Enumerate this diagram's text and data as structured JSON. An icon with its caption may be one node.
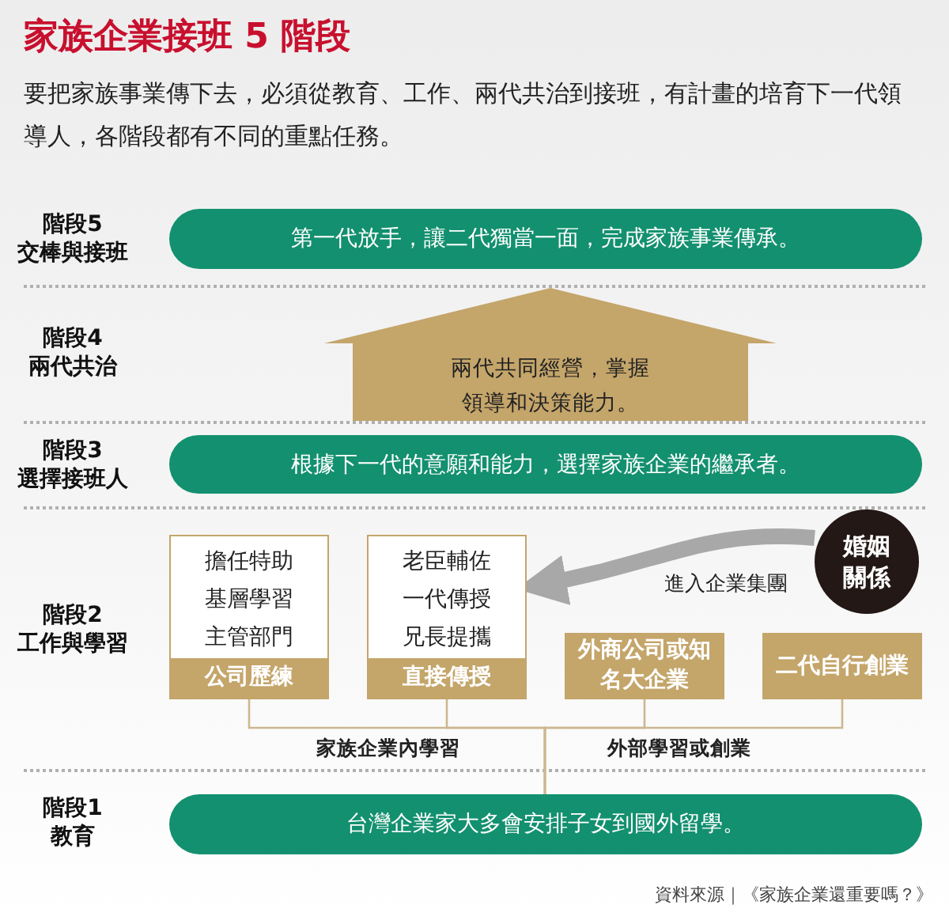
{
  "diagram": {
    "title": "家族企業接班 5 階段",
    "caption": "資料來源｜《家族企業還重要嗎？》",
    "nodes": [
      {
        "text": [
          "第一代放手，讓二代獨當一面，完成家族事業傳承。"
        ]
      },
      {
        "text": [
          "兩代共同經營，掌握領導和決策能力。"
        ]
      },
      {
        "text": [
          "根據下一代的意願和能力，選擇家族企業的繼承者。"
        ]
      },
      {
        "text": [
          "擔任特助",
          "基層學習",
          "主管部門"
        ]
      },
      {
        "text": [
          "公司歷練"
        ],
        "in": 3
      },
      {
        "text": [
          "老臣輔佐",
          "一代傳授",
          "兄長提攜"
        ]
      },
      {
        "text": [
          "直接傳授"
        ],
        "in": 5
      },
      {
        "text": [
          "外商公司或知名大企業"
        ]
      },
      {
        "text": [
          "二代自行創業"
        ]
      },
      {
        "text": [
          "婚姻關係"
        ]
      },
      {
        "text": [
          "台灣企業家大多會安排子女到國外留學。"
        ]
      }
    ],
    "edges": [
      {
        "from": 9,
        "to": 5,
        "arrow": "to",
        "label": "進入企業集團",
        "style": "thick",
        "color": "#a8a8a8"
      },
      {
        "from": 10,
        "to": 4,
        "arrow": "none"
      },
      {
        "from": 10,
        "to": 6,
        "arrow": "none"
      },
      {
        "from": 10,
        "to": 7,
        "arrow": "none"
      },
      {
        "from": 10,
        "to": 8,
        "arrow": "none"
      }
    ],
    "labels": [
      "要把家族事業傳下去，必須從教育、工作、兩代共治到接班，有計畫的培育下一代領導人，各階段都有不同的重點任務。",
      "階段5",
      "交棒與接班",
      "階段4",
      "兩代共治",
      "階段3",
      "選擇接班人",
      "階段2",
      "工作與學習",
      "家族企業內學習",
      "外部學習或創業",
      "階段1",
      "教育"
    ]
  }
}
